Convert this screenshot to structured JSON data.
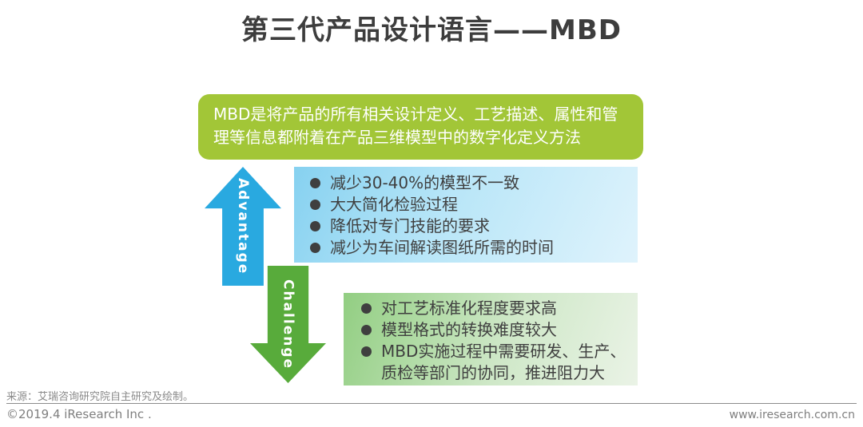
{
  "title": "第三代产品设计语言——MBD",
  "definition": "MBD是将产品的所有相关设计定义、工艺描述、属性和管理等信息都附着在产品三维模型中的数字化定义方法",
  "advantage": {
    "label": "Advantage",
    "items": [
      "减少30-40%的模型不一致",
      "大大简化检验过程",
      "降低对专门技能的要求",
      "减少为车间解读图纸所需的时间"
    ]
  },
  "challenge": {
    "label": "Challenge",
    "items": [
      "对工艺标准化程度要求高",
      "模型格式的转换难度较大",
      "MBD实施过程中需要研发、生产、质检等部门的协同，推进阻力大"
    ]
  },
  "footer": {
    "source": "来源：艾瑞咨询研究院自主研究及绘制。",
    "copyright": "©2019.4 iResearch Inc .",
    "website": "www.iresearch.com.cn"
  },
  "colors": {
    "definition_green": "#a2c637",
    "arrow_blue": "#29a9e0",
    "arrow_green": "#58ab3b",
    "advantage_panel_from": "#86d1f0",
    "advantage_panel_to": "#dff3fc",
    "challenge_panel_from": "#92ce82",
    "challenge_panel_to": "#eaf3e6",
    "text_dark": "#3f3f3f",
    "title_dark": "#3d3d3d",
    "footer_gray": "#8a8a8a"
  },
  "icons": {
    "bullet": "circle",
    "advantage_arrow": "arrow-up",
    "challenge_arrow": "arrow-down"
  }
}
